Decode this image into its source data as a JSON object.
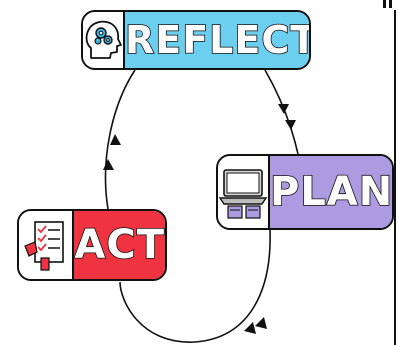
{
  "stages": {
    "reflect": {
      "label": "REFLECT",
      "icon": "head-gears-icon",
      "color": "#6dcff0"
    },
    "plan": {
      "label": "PLAN",
      "icon": "laptop-planning-icon",
      "color": "#ac9be0"
    },
    "act": {
      "label": "ACT",
      "icon": "checklist-icon",
      "color": "#ef3340"
    }
  },
  "cycle": {
    "direction": "clockwise",
    "order": [
      "REFLECT",
      "PLAN",
      "ACT"
    ]
  }
}
